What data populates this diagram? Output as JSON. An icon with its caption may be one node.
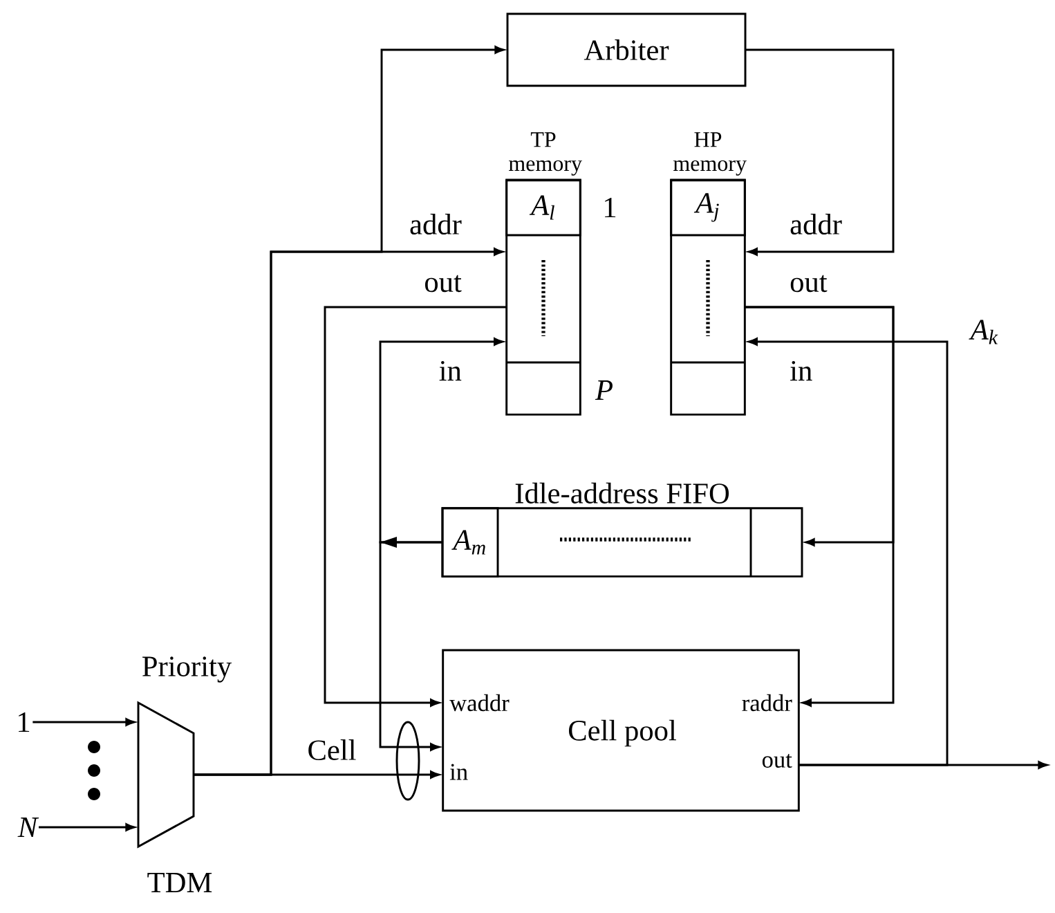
{
  "diagram": {
    "nodes": [
      {
        "text": [
          "Arbiter"
        ]
      },
      {
        "text": [
          "TP memory"
        ]
      },
      {
        "text": [
          "A$_{l}$"
        ],
        "in": 1
      },
      {
        "text": [
          "HP memory"
        ]
      },
      {
        "text": [
          "A$_{j}$"
        ],
        "in": 3
      },
      {
        "text": [
          "Idle-address FIFO"
        ]
      },
      {
        "text": [
          "A$_{m}$"
        ],
        "in": 5
      },
      {
        "text": [
          "1"
        ]
      },
      {
        "text": [
          "N"
        ]
      },
      {
        "text": [],
        "shape": "trapezoid",
        "beside": [
          "Priority",
          "TDM"
        ]
      },
      {
        "text": [
          "Cell pool",
          "waddr",
          "in",
          "raddr",
          "out"
        ]
      }
    ],
    "edges": [
      {
        "from": 7,
        "to": 9,
        "arrow": "to"
      },
      {
        "from": 8,
        "to": 9,
        "arrow": "to"
      },
      {
        "from": 9,
        "to": 10,
        "arrow": "to",
        "label": "Cell"
      },
      {
        "from": 9,
        "to": 1,
        "arrow": "to"
      },
      {
        "from": 9,
        "to": 0,
        "arrow": "to"
      },
      {
        "from": 0,
        "to": 3,
        "arrow": "to"
      },
      {
        "from": 1,
        "to": 10,
        "arrow": "to"
      },
      {
        "from": 6,
        "to": 1,
        "arrow": "to"
      },
      {
        "from": 6,
        "to": 10,
        "arrow": "to"
      },
      {
        "from": 3,
        "to": 10,
        "arrow": "to"
      },
      {
        "from": 3,
        "to": 5,
        "arrow": "to"
      },
      {
        "from": 10,
        "to": null,
        "arrow": "to"
      },
      {
        "from": 10,
        "to": 3,
        "arrow": "to"
      }
    ],
    "labels": [
      "1",
      "P",
      "addr",
      "out",
      "in",
      "addr",
      "out",
      "in",
      "A$_{k}$"
    ]
  }
}
